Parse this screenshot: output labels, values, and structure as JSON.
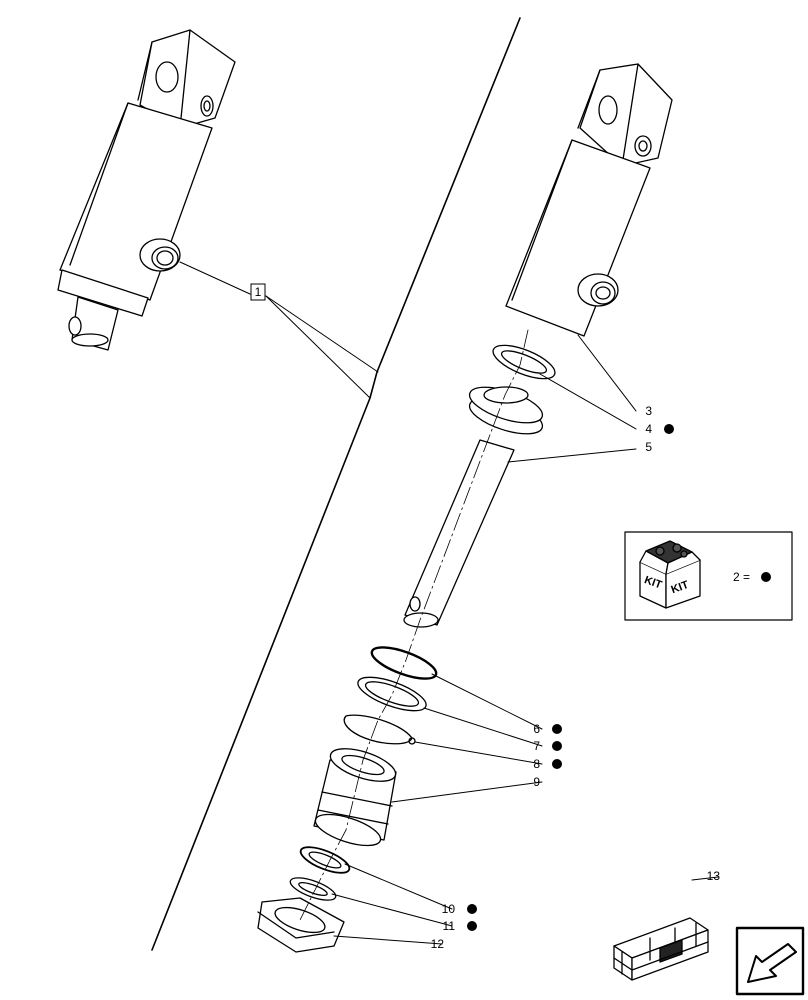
{
  "callouts": [
    {
      "id": "1",
      "kit": false,
      "boxed": true
    },
    {
      "id": "3",
      "kit": false
    },
    {
      "id": "4",
      "kit": true
    },
    {
      "id": "5",
      "kit": false
    },
    {
      "id": "6",
      "kit": true
    },
    {
      "id": "7",
      "kit": true
    },
    {
      "id": "8",
      "kit": true
    },
    {
      "id": "9",
      "kit": false
    },
    {
      "id": "10",
      "kit": true
    },
    {
      "id": "11",
      "kit": true
    },
    {
      "id": "12",
      "kit": false
    },
    {
      "id": "13",
      "kit": false
    }
  ],
  "kit_legend": {
    "icon_text_left": "KIT",
    "icon_text_right": "KIT",
    "equation": "2 ="
  },
  "icons": {
    "kit": "kit-box-icon",
    "crate": "crate-icon",
    "nav": "back-arrow-icon"
  }
}
